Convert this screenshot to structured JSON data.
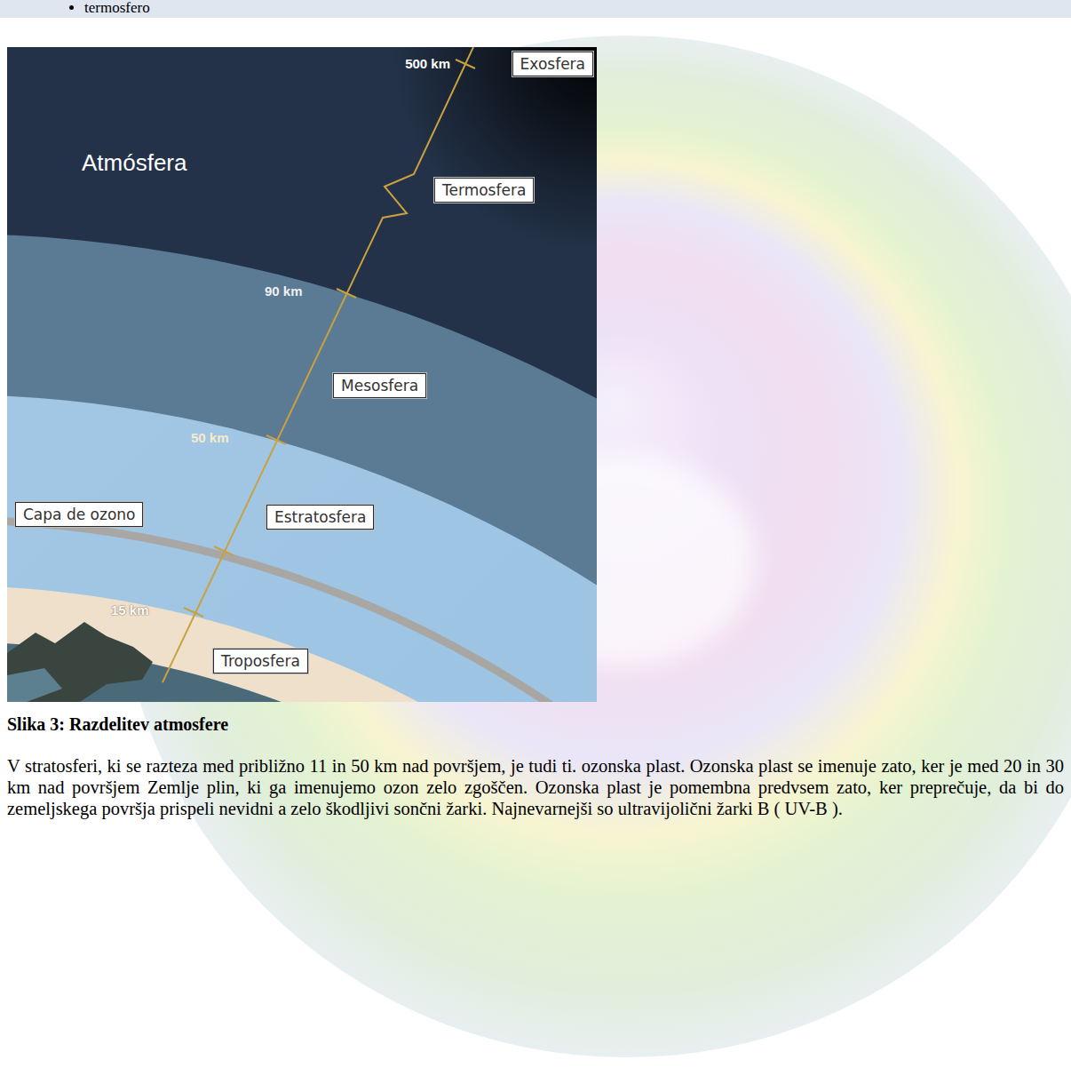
{
  "diagram": {
    "caption": "Slika 3: Razdelitev atmosfere",
    "nodes": [
      {
        "text": [
          "Exosfera"
        ]
      },
      {
        "text": [
          "Termosfera"
        ]
      },
      {
        "text": [
          "Mesosfera"
        ]
      },
      {
        "text": [
          "Capa de ozono"
        ]
      },
      {
        "text": [
          "Estratosfera"
        ]
      },
      {
        "text": [
          "Troposfera"
        ]
      }
    ],
    "labels": [
      "termosfero",
      "Atmósfera",
      "500 km",
      "90 km",
      "50 km",
      "15 km",
      "V stratosferi, ki se razteza med približno 11 in 50 km nad površjem, je tudi ti. ozonska plast. Ozonska plast se imenuje zato, ker je med 20 in 30 km nad površjem Zemlje plin, ki ga imenujemo ozon zelo zgoščen. Ozonska plast je pomembna predvsem zato, ker preprečuje, da bi do zemeljskega površja prispeli nevidni a zelo škodljivi sončni žarki. Najnevarnejši so ultravijolični žarki B ( UV-B )."
    ]
  }
}
